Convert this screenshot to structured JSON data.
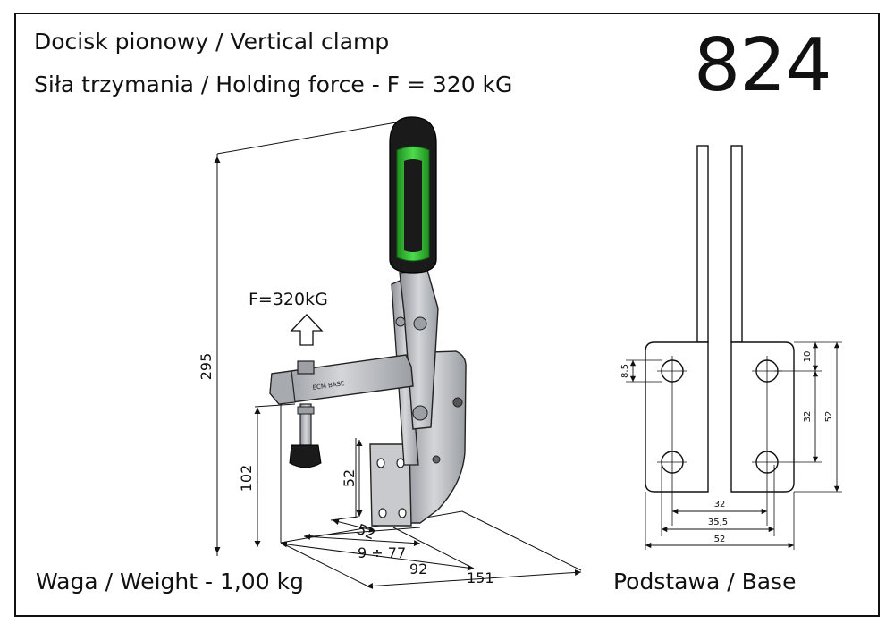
{
  "header": {
    "title": "Docisk pionowy / Vertical clamp",
    "force_line": "Siła trzymania / Holding force - F = 320 kG",
    "model_number": "824"
  },
  "footer": {
    "weight": "Waga / Weight - 1,00 kg",
    "base_label": "Podstawa / Base"
  },
  "clamp_view": {
    "force_label": "F=320kG",
    "dimensions": {
      "total_height": "295",
      "spindle_height": "102",
      "base_height": "52",
      "base_width": "52",
      "stroke_range": "9 ÷ 77",
      "reach": "92",
      "total_length": "151"
    },
    "brand_mark": "ECM BASE"
  },
  "base_view": {
    "dimensions": {
      "hole_diameter": "8,5",
      "top_offset": "10",
      "hole_spacing_v": "32",
      "plate_height": "52",
      "hole_spacing_h": "32",
      "outer_hole_span": "35,5",
      "plate_width": "52"
    }
  },
  "colors": {
    "handle_green": "#3bc43b",
    "handle_black": "#1a1a1a",
    "metal": "#b9bcc0",
    "line": "#111111"
  }
}
